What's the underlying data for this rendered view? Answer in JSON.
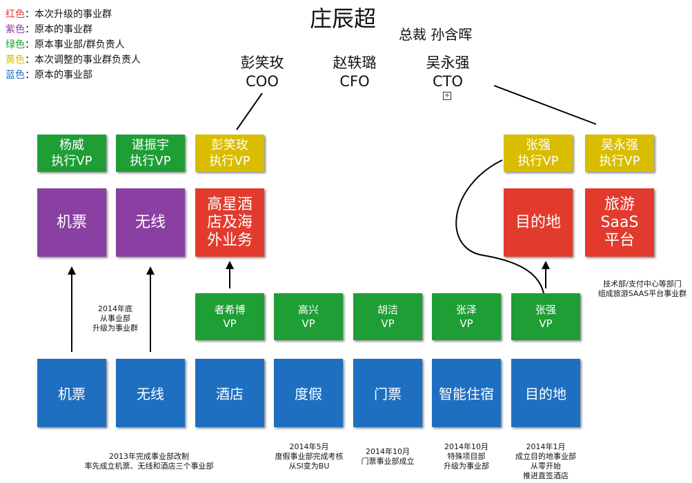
{
  "legend": [
    {
      "key": "红色",
      "text": "本次升级的事业群",
      "color": "#e23b2e"
    },
    {
      "key": "紫色",
      "text": "原本的事业群",
      "color": "#8a3fa2"
    },
    {
      "key": "绿色",
      "text": "原本事业部/群负责人",
      "color": "#1e9e35"
    },
    {
      "key": "黄色",
      "text": "本次调整的事业群负责人",
      "color": "#d9bd00"
    },
    {
      "key": "蓝色",
      "text": "原本的事业部",
      "color": "#1f6fc0"
    }
  ],
  "ceo": "庄辰超",
  "president": "总裁 孙含晖",
  "execs": [
    {
      "name": "彭笑玫",
      "title": "COO"
    },
    {
      "name": "赵轶璐",
      "title": "CFO"
    },
    {
      "name": "吴永强",
      "title": "CTO"
    }
  ],
  "expand_glyph": "⊞",
  "vp_top": [
    {
      "text": "杨威\n执行VP",
      "color": "#1e9e35"
    },
    {
      "text": "谌振宇\n执行VP",
      "color": "#1e9e35"
    },
    {
      "text": "彭笑玫\n执行VP",
      "color": "#d9bd00"
    },
    {
      "text": "张强\n执行VP",
      "color": "#d9bd00"
    },
    {
      "text": "吴永强\n执行VP",
      "color": "#d9bd00"
    }
  ],
  "business_groups": [
    {
      "text": "机票",
      "color": "#8a3fa2"
    },
    {
      "text": "无线",
      "color": "#8a3fa2"
    },
    {
      "text": "高星酒\n店及海\n外业务",
      "color": "#e23b2e"
    },
    {
      "text": "目的地",
      "color": "#e23b2e"
    },
    {
      "text": "旅游\nSaaS\n平台",
      "color": "#e23b2e"
    }
  ],
  "vps": [
    {
      "text": "者希博\nVP"
    },
    {
      "text": "高兴\nVP"
    },
    {
      "text": "胡洁\nVP"
    },
    {
      "text": "张泽\nVP"
    },
    {
      "text": "张强\nVP"
    }
  ],
  "departments": [
    {
      "text": "机票"
    },
    {
      "text": "无线"
    },
    {
      "text": "酒店"
    },
    {
      "text": "度假"
    },
    {
      "text": "门票"
    },
    {
      "text": "智能住宿"
    },
    {
      "text": "目的地"
    }
  ],
  "notes": {
    "upgrade": "2014年底\n从事业部\n升级为事业群",
    "saas": "技术部/支付中心等部门\n组成旅游SAAS平台事业群",
    "reform_2013": "2013年完成事业部改制\n率先成立机票、无线和酒店三个事业部",
    "vacation": "2014年5月\n度假事业部完成考核\n从SI变为BU",
    "tickets": "2014年10月\n门票事业部成立",
    "smart_lodging": "2014年10月\n特殊项目部\n升级为事业部",
    "destination": "2014年1月\n成立目的地事业部\n从零开始\n推进直签酒店"
  },
  "colors": {
    "green": "#1e9e35",
    "blue": "#1f6fc0"
  }
}
